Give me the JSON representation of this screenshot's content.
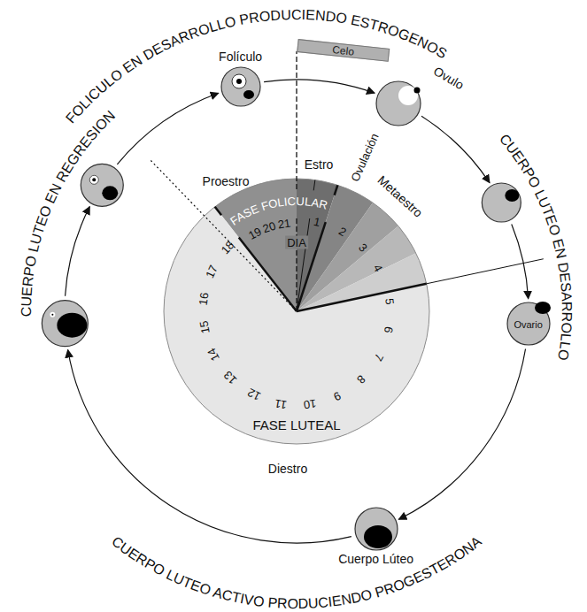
{
  "diagram": {
    "nodes": [
      {
        "text": [
          "Folículo"
        ]
      },
      {
        "text": [
          "Celo"
        ]
      },
      {
        "text": [
          "Ovulo"
        ]
      },
      {
        "text": [
          "Ovario"
        ]
      },
      {
        "text": [
          "Cuerpo Lúteo"
        ]
      }
    ],
    "edges": [
      {
        "from": 0,
        "to": 2,
        "arrow": "to"
      },
      {
        "from": 3,
        "to": 4,
        "arrow": "to"
      }
    ],
    "labels": [
      "FOLICULO EN DESARROLLO PRODUCIENDO ESTROGENOS",
      "CUERPO LUTEO EN DESARROLLO",
      "CUERPO LUTEO ACTIVO PRODUCIENDO PROGESTERONA",
      "CUERPO LUTEO EN REGRESION",
      "Proestro",
      "Estro",
      "Ovulación",
      "Metaestro",
      "FASE FOLICULAR",
      "DIA",
      "1",
      "2",
      "3",
      "4",
      "5",
      "6",
      "7",
      "8",
      "9",
      "10",
      "11",
      "12",
      "13",
      "14",
      "15",
      "16",
      "17",
      "18",
      "19",
      "20",
      "21",
      "FASE LUTEAL",
      "Diestro"
    ]
  }
}
